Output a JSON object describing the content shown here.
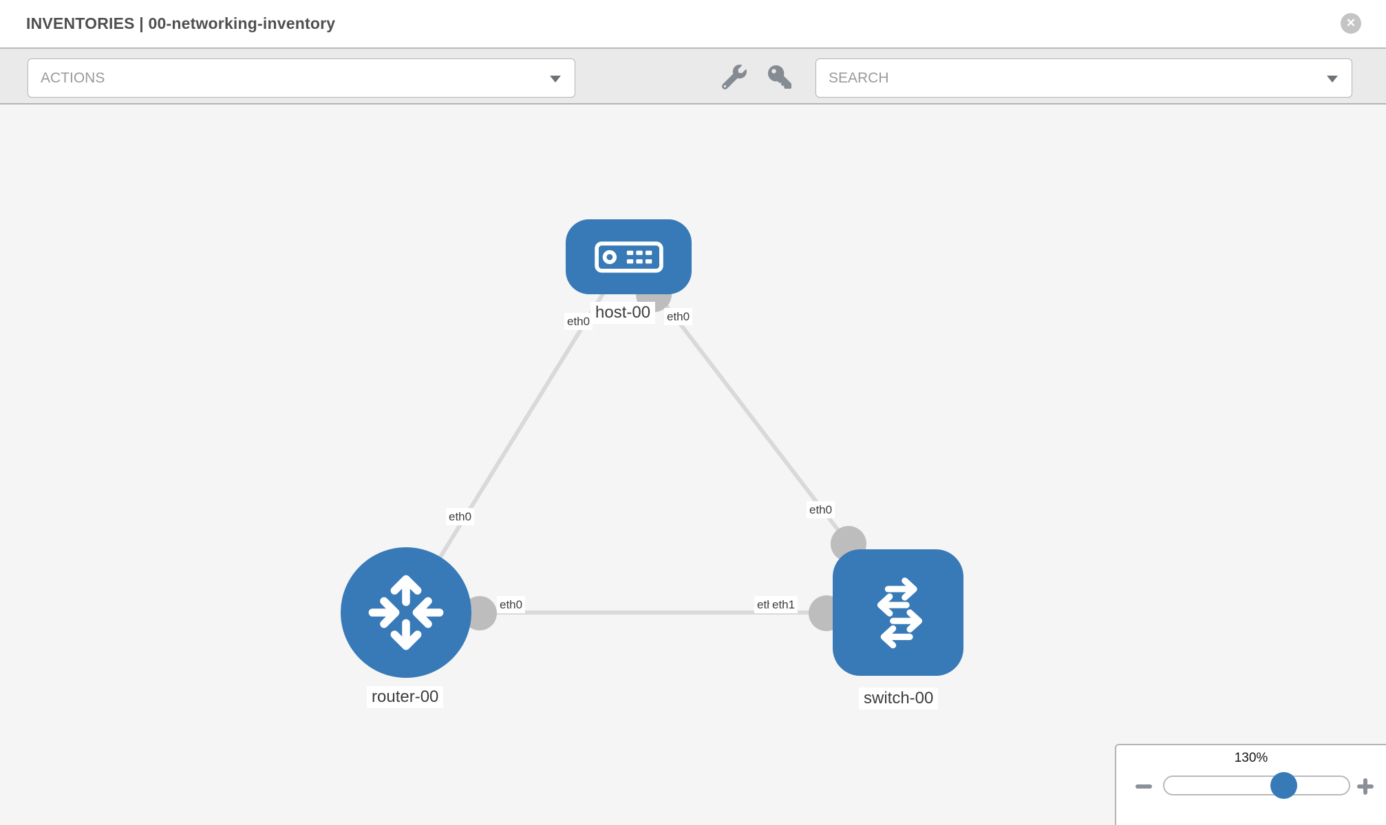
{
  "header": {
    "title": "INVENTORIES | 00-networking-inventory"
  },
  "toolbar": {
    "actions_label": "ACTIONS",
    "search_label": "SEARCH",
    "tool_icons": [
      "wrench-icon",
      "key-icon"
    ]
  },
  "graph": {
    "nodes": [
      {
        "label": "host-00",
        "type": "host",
        "icon": "host-icon"
      },
      {
        "label": "router-00",
        "type": "router",
        "icon": "router-icon"
      },
      {
        "label": "switch-00",
        "type": "switch",
        "icon": "switch-icon"
      }
    ],
    "links": [
      {
        "source": "host-00",
        "target": "router-00",
        "source_interface": "eth0",
        "target_interface": "eth0"
      },
      {
        "source": "host-00",
        "target": "switch-00",
        "source_interface": "eth0",
        "target_interface": "eth0"
      },
      {
        "source": "router-00",
        "target": "switch-00",
        "source_interface": "eth0",
        "target_interface": "eth1"
      }
    ],
    "interface_labels": {
      "host_side_left": "eth0",
      "host_side_right": "eth0",
      "router_top": "eth0",
      "switch_top": "eth0",
      "router_right": "eth0",
      "switch_left_under": "eth0",
      "switch_left": "eth1"
    }
  },
  "zoom_control": {
    "level": "130%"
  },
  "icons": {
    "close_glyph": "✕"
  },
  "colors": {
    "node_blue": "#377ab7",
    "link_gray": "#d9d9d9",
    "connector_gray": "#bdbdbd",
    "canvas_bg": "#f5f5f5",
    "toolbar_bg": "#eaeaea",
    "border_gray": "#b3b3b3"
  }
}
